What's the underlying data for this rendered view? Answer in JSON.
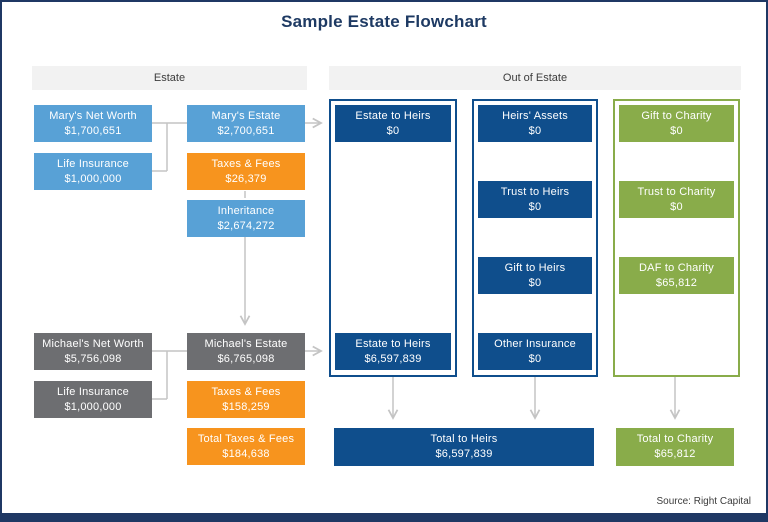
{
  "title": "Sample Estate Flowchart",
  "headers": {
    "estate": "Estate",
    "out_of_estate": "Out of Estate"
  },
  "estate_section": {
    "mary": {
      "net_worth": {
        "label": "Mary's Net Worth",
        "value": "$1,700,651"
      },
      "life_insurance": {
        "label": "Life Insurance",
        "value": "$1,000,000"
      },
      "estate": {
        "label": "Mary's Estate",
        "value": "$2,700,651"
      },
      "taxes_fees": {
        "label": "Taxes & Fees",
        "value": "$26,379"
      },
      "inheritance": {
        "label": "Inheritance",
        "value": "$2,674,272"
      }
    },
    "michael": {
      "net_worth": {
        "label": "Michael's Net Worth",
        "value": "$5,756,098"
      },
      "life_insurance": {
        "label": "Life Insurance",
        "value": "$1,000,000"
      },
      "estate": {
        "label": "Michael's Estate",
        "value": "$6,765,098"
      },
      "taxes_fees": {
        "label": "Taxes & Fees",
        "value": "$158,259"
      },
      "total_taxes_fees": {
        "label": "Total Taxes & Fees",
        "value": "$184,638"
      }
    }
  },
  "out_of_estate_section": {
    "estate_to_heirs_column": {
      "top": {
        "label": "Estate to Heirs",
        "value": "$0"
      },
      "bottom": {
        "label": "Estate to Heirs",
        "value": "$6,597,839"
      }
    },
    "heirs_assets_column": {
      "rows": [
        {
          "label": "Heirs' Assets",
          "value": "$0"
        },
        {
          "label": "Trust to Heirs",
          "value": "$0"
        },
        {
          "label": "Gift to Heirs",
          "value": "$0"
        },
        {
          "label": "Other Insurance",
          "value": "$0"
        }
      ]
    },
    "charity_column": {
      "rows": [
        {
          "label": "Gift to Charity",
          "value": "$0"
        },
        {
          "label": "Trust to Charity",
          "value": "$0"
        },
        {
          "label": "DAF to Charity",
          "value": "$65,812"
        }
      ]
    }
  },
  "totals": {
    "heirs": {
      "label": "Total to Heirs",
      "value": "$6,597,839"
    },
    "charity": {
      "label": "Total to Charity",
      "value": "$65,812"
    }
  },
  "source": "Source: Right Capital",
  "colors": {
    "light_blue": "#58A1D6",
    "orange": "#F7941E",
    "gray": "#6D6E71",
    "navy": "#0F4E8C",
    "green": "#89AC4A",
    "frame_navy": "#1F3864",
    "connector_gray": "#C4C4C4",
    "header_bg": "#F2F2F2"
  }
}
